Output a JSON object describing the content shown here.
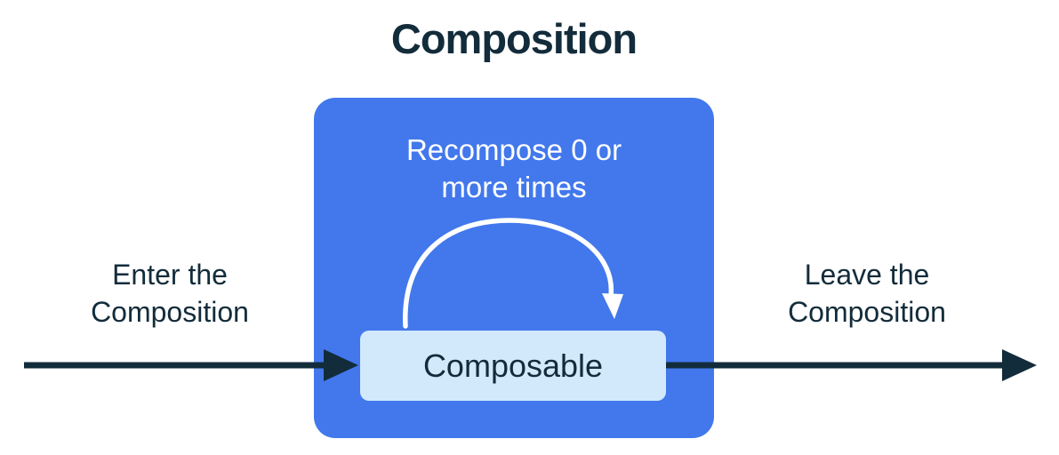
{
  "diagram": {
    "title": "Composition",
    "composition_box": {
      "recompose_label": "Recompose 0 or\nmore times"
    },
    "composable": {
      "label": "Composable"
    },
    "enter_label": "Enter the\nComposition",
    "leave_label": "Leave the\nComposition",
    "icons": {
      "enter-arrow-icon": "solid right-pointing arrow entering the composition box",
      "leave-arrow-icon": "solid right-pointing arrow leaving the composition box",
      "recompose-arrow-icon": "white semicircular loop arrow curving over Composable"
    },
    "colors": {
      "box_blue": "#4278EC",
      "composable_bg": "#D2E9FB",
      "ink": "#132C3B",
      "arc_white": "#FFFFFF",
      "canvas_bg": "#FFFFFF"
    }
  }
}
